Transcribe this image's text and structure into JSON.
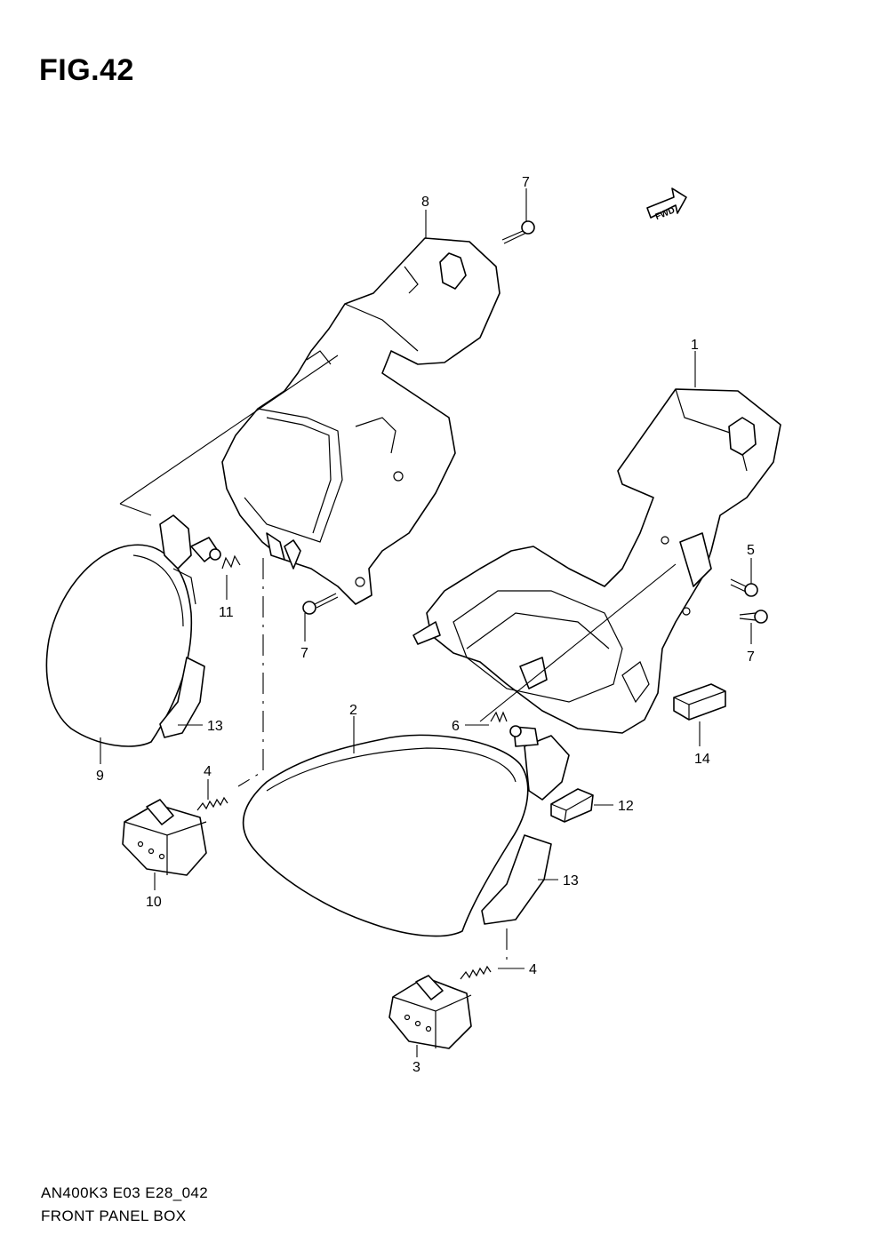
{
  "figure": {
    "title": "FIG.42"
  },
  "footer": {
    "code": "AN400K3 E03 E28_042",
    "name": "FRONT PANEL BOX"
  },
  "fwd_label": "FWD",
  "callouts": {
    "c1": "1",
    "c2": "2",
    "c3": "3",
    "c4a": "4",
    "c4b": "4",
    "c5": "5",
    "c6": "6",
    "c7a": "7",
    "c7b": "7",
    "c7c": "7",
    "c8": "8",
    "c9": "9",
    "c10": "10",
    "c11": "11",
    "c12": "12",
    "c13a": "13",
    "c13b": "13",
    "c14": "14"
  }
}
